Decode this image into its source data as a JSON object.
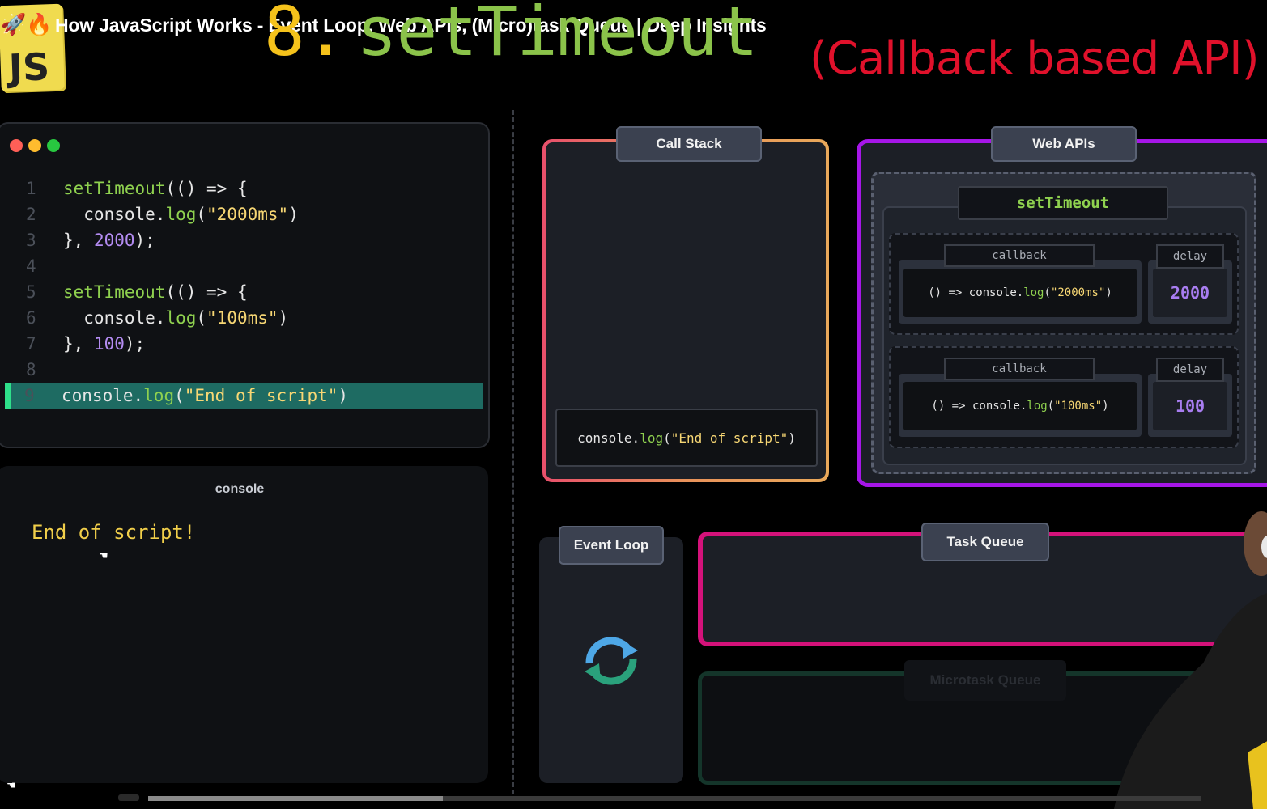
{
  "video": {
    "title": "How JavaScript Works -  Event Loop, Web APIs, (Micro)task Queue | Deep Insights",
    "title_icons": "🚀🔥",
    "logo_text": "JS",
    "progress": 0.28
  },
  "slide": {
    "number": "8.",
    "heading": "setTimeout",
    "subtitle": "(Callback based API)"
  },
  "editor": {
    "window_dots": [
      "#ff5f57",
      "#febc2e",
      "#28c840"
    ],
    "highlighted_line": 9,
    "lines": [
      {
        "num": "1",
        "tokens": [
          {
            "t": "setTimeout",
            "c": "fn"
          },
          {
            "t": "(() => {",
            "c": "pl"
          }
        ]
      },
      {
        "num": "2",
        "tokens": [
          {
            "t": "  console.",
            "c": "pl"
          },
          {
            "t": "log",
            "c": "fn"
          },
          {
            "t": "(",
            "c": "pl"
          },
          {
            "t": "\"2000ms\"",
            "c": "str"
          },
          {
            "t": ")",
            "c": "pl"
          }
        ]
      },
      {
        "num": "3",
        "tokens": [
          {
            "t": "}, ",
            "c": "pl"
          },
          {
            "t": "2000",
            "c": "num"
          },
          {
            "t": ");",
            "c": "pl"
          }
        ]
      },
      {
        "num": "4",
        "tokens": []
      },
      {
        "num": "5",
        "tokens": [
          {
            "t": "setTimeout",
            "c": "fn"
          },
          {
            "t": "(() => {",
            "c": "pl"
          }
        ]
      },
      {
        "num": "6",
        "tokens": [
          {
            "t": "  console.",
            "c": "pl"
          },
          {
            "t": "log",
            "c": "fn"
          },
          {
            "t": "(",
            "c": "pl"
          },
          {
            "t": "\"100ms\"",
            "c": "str"
          },
          {
            "t": ")",
            "c": "pl"
          }
        ]
      },
      {
        "num": "7",
        "tokens": [
          {
            "t": "}, ",
            "c": "pl"
          },
          {
            "t": "100",
            "c": "num"
          },
          {
            "t": ");",
            "c": "pl"
          }
        ]
      },
      {
        "num": "8",
        "tokens": []
      },
      {
        "num": "9",
        "tokens": [
          {
            "t": "console.",
            "c": "pl"
          },
          {
            "t": "log",
            "c": "fn"
          },
          {
            "t": "(",
            "c": "pl"
          },
          {
            "t": "\"End of script\"",
            "c": "str"
          },
          {
            "t": ")",
            "c": "pl"
          }
        ]
      }
    ]
  },
  "console": {
    "title": "console",
    "output": [
      "End of script!"
    ]
  },
  "call_stack": {
    "label": "Call Stack",
    "frames": [
      {
        "tokens": [
          {
            "t": "console.",
            "c": "pl"
          },
          {
            "t": "log",
            "c": "fn"
          },
          {
            "t": "(",
            "c": "pl"
          },
          {
            "t": "\"End of script\"",
            "c": "str"
          },
          {
            "t": ")",
            "c": "pl"
          }
        ]
      }
    ]
  },
  "web_apis": {
    "label": "Web APIs",
    "api_name": "setTimeout",
    "callback_label": "callback",
    "delay_label": "delay",
    "timers": [
      {
        "callback": [
          {
            "t": "() => console.",
            "c": "pl"
          },
          {
            "t": "log",
            "c": "fn"
          },
          {
            "t": "(",
            "c": "pl"
          },
          {
            "t": "\"2000ms\"",
            "c": "str"
          },
          {
            "t": ")",
            "c": "pl"
          }
        ],
        "delay": "2000"
      },
      {
        "callback": [
          {
            "t": "() => console.",
            "c": "pl"
          },
          {
            "t": "log",
            "c": "fn"
          },
          {
            "t": "(",
            "c": "pl"
          },
          {
            "t": "\"100ms\"",
            "c": "str"
          },
          {
            "t": ")",
            "c": "pl"
          }
        ],
        "delay": "100"
      }
    ]
  },
  "event_loop": {
    "label": "Event Loop",
    "icon": "sync-arrows-icon"
  },
  "task_queue": {
    "label": "Task Queue",
    "items": []
  },
  "microtask_queue": {
    "label": "Microtask Queue",
    "items": []
  },
  "colors": {
    "accent_green": "#8fd14f",
    "string_yellow": "#f7d774",
    "number_purple": "#b48cf2",
    "call_stack_border": "#e8925a",
    "web_apis_border": "#a616e8",
    "task_queue_border": "#d4127a",
    "console_output": "#f1cf4a",
    "highlight_line": "#1e6b62"
  }
}
